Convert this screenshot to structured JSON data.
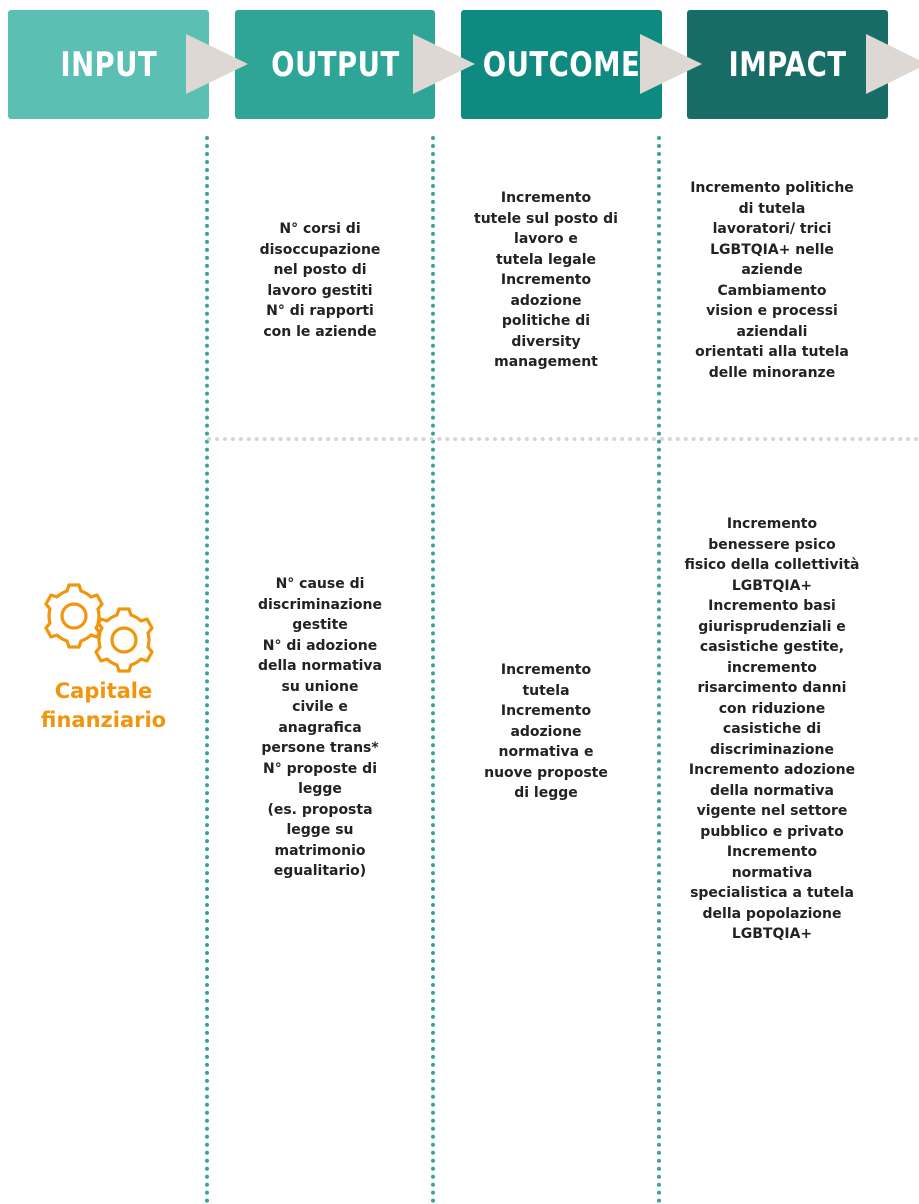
{
  "header": {
    "input": "INPUT",
    "output": "OUTPUT",
    "outcome": "OUTCOME",
    "impact": "IMPACT"
  },
  "colors": {
    "input": "#5bbfb3",
    "output": "#2fa598",
    "outcome": "#0e8a81",
    "impact": "#176c66",
    "arrow": "#ddd8d3",
    "dotted_vertical": "#3aa39a",
    "dotted_horizontal": "#d6d6d6",
    "accent": "#f0950c"
  },
  "rows": [
    {
      "output": "N° corsi di\ndisoccupazione\nnel posto di\nlavoro gestiti\nN° di rapporti\ncon le aziende",
      "outcome": "Incremento\ntutele sul posto di\nlavoro e\ntutela legale\nIncremento\nadozione\npolitiche di\ndiversity\nmanagement",
      "impact": "Incremento politiche\ndi tutela\nlavoratori/ trici\nLGBTQIA+ nelle\naziende\nCambiamento\nvision e processi\naziendali\norientati alla tutela\ndelle minoranze"
    },
    {
      "input_label": "Capitale\nfinanziario",
      "input_icon": "gears-icon",
      "output": "N° cause di\ndiscriminazione\ngestite\nN° di adozione\ndella normativa\nsu unione\ncivile e\nanagrafica\npersone trans*\nN° proposte di\nlegge\n(es. proposta\nlegge su\nmatrimonio\negualitario)",
      "outcome": "Incremento\ntutela\nIncremento\nadozione\nnormativa e\nnuove proposte\ndi legge",
      "impact": "Incremento\nbenessere psico\nfisico della collettività\nLGBTQIA+\nIncremento basi\ngiurisprudenziali e\ncasistiche gestite,\nincremento\nrisarcimento danni\ncon riduzione\ncasistiche di\ndiscriminazione\nIncremento adozione\ndella normativa\nvigente nel settore\npubblico e privato\nIncremento\nnormativa\nspecialistica a tutela\ndella popolazione\nLGBTQIA+"
    }
  ]
}
